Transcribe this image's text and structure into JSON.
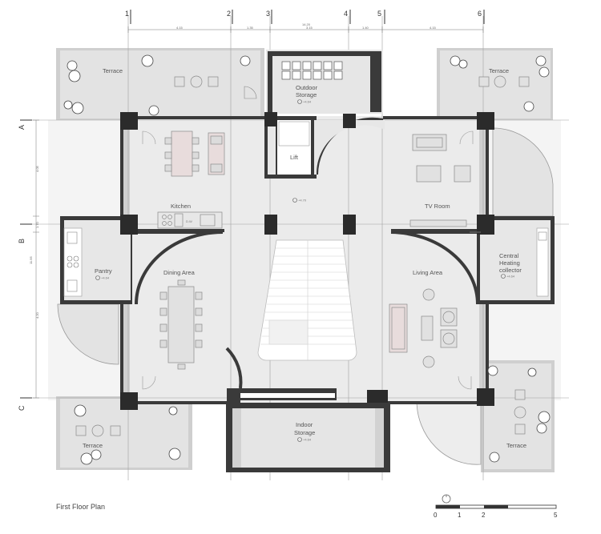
{
  "title": "First Floor Plan",
  "grid": {
    "columns": [
      "1",
      "2",
      "3",
      "4",
      "5",
      "6"
    ],
    "rows": [
      "A",
      "B",
      "C"
    ],
    "col_dims": [
      "4.15",
      "1.35",
      "3.15",
      "1.40",
      "4.15"
    ],
    "total_dim": "14.20",
    "row_dims": [
      "4.05",
      "1.70",
      "4.20"
    ],
    "row_total": "11.95"
  },
  "rooms": {
    "terrace_nw": "Terrace",
    "terrace_ne": "Terrace",
    "terrace_sw": "Terrace",
    "terrace_se": "Terrace",
    "outdoor_storage_1": "Outdoor",
    "outdoor_storage_2": "Storage",
    "lift": "Lift",
    "kitchen": "Kitchen",
    "dw": "D.W",
    "tv_room": "TV Room",
    "pantry": "Pantry",
    "dining_area": "Dining Area",
    "living_area": "Living Area",
    "central_heating_1": "Central",
    "central_heating_2": "Heating",
    "central_heating_3": "collector",
    "indoor_storage_1": "Indoor",
    "indoor_storage_2": "Storage"
  },
  "levels": {
    "outdoor_storage": "+4.64",
    "lift_hall": "+4.70",
    "pantry": "+4.64",
    "central_heating": "+4.64",
    "indoor_storage": "+4.64"
  },
  "scale_bar": {
    "labels": [
      "0",
      "1",
      "2",
      "5"
    ],
    "values": [
      0,
      1,
      2,
      5
    ]
  },
  "colors": {
    "wall": "#3a3a3a",
    "column": "#2b2b2b",
    "floor": "#e9e9e9",
    "terrace": "#e2e2e2",
    "shadow": "#cfcfcf",
    "furniture_stroke": "#8a8a8a",
    "furniture_fill": "#dcdcdc",
    "furniture_fill_pink": "#e8dcdc",
    "grid_line": "#9a9a9a"
  }
}
